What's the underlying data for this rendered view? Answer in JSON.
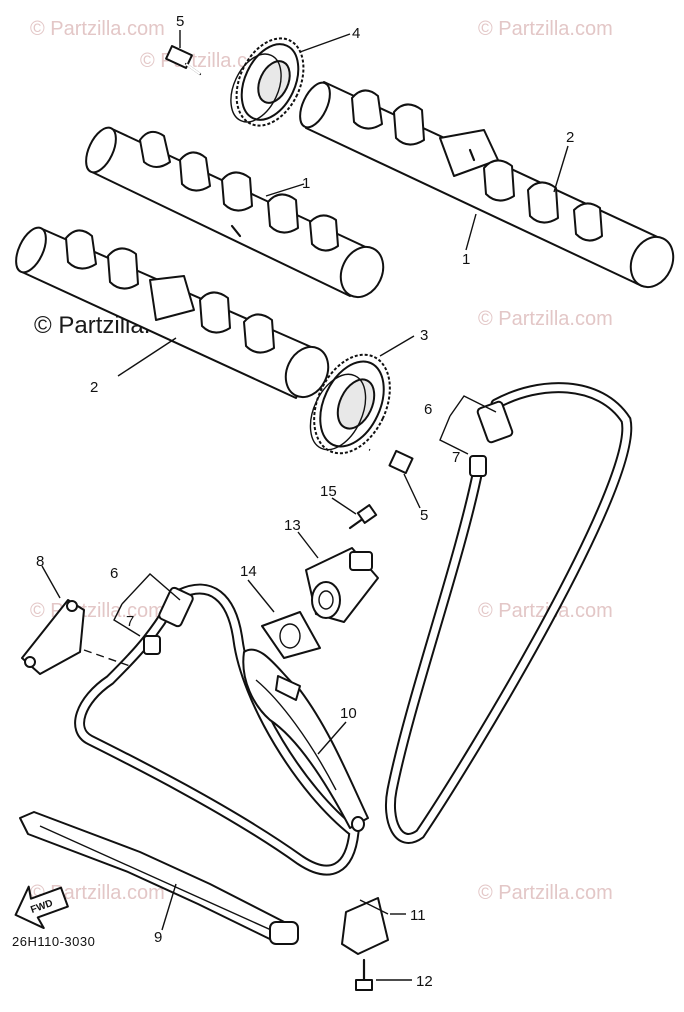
{
  "watermarks": {
    "tl": "© Partzilla.com",
    "tr": "© Partzilla.com",
    "ml": "© Partzilla.com",
    "mr": "© Partzilla.com",
    "lm": "© Partzilla.com",
    "rm": "© Partzilla.com",
    "bl": "© Partzilla.com",
    "br": "© Partzilla.com",
    "center": "© Partzilla.com"
  },
  "callouts": {
    "c1a": "1",
    "c1b": "1",
    "c2a": "2",
    "c2b": "2",
    "c3": "3",
    "c4": "4",
    "c5a": "5",
    "c5b": "5",
    "c6a": "6",
    "c6b": "6",
    "c7a": "7",
    "c7b": "7",
    "c8": "8",
    "c9": "9",
    "c10": "10",
    "c11": "11",
    "c12": "12",
    "c13": "13",
    "c14": "14",
    "c15": "15"
  },
  "fwd_label": "FWD",
  "diagram_code": "26H110-3030"
}
